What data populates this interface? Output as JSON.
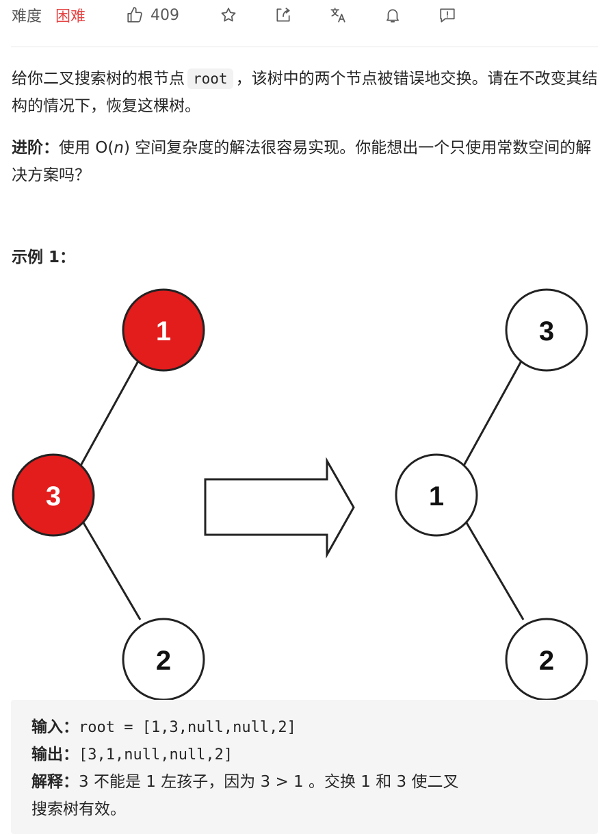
{
  "toolbar": {
    "difficulty_label": "难度",
    "difficulty_value": "困难",
    "likes": "409",
    "icons": [
      "thumbs-up-icon",
      "star-icon",
      "share-icon",
      "translate-icon",
      "bell-icon",
      "feedback-icon"
    ]
  },
  "description": {
    "p1_before": "给你二叉搜索树的根节点",
    "p1_code": "root",
    "p1_after": "，该树中的两个节点被错误地交换。请在不改变其结构的情况下，恢复这棵树。",
    "p2_label": "进阶：",
    "p2_text_a": "使用 O(",
    "p2_text_n": "n",
    "p2_text_b": ") 空间复杂度的解法很容易实现。你能想出一个只使用常数空间的解决方案吗？"
  },
  "example": {
    "title": "示例 1：",
    "input_label": "输入：",
    "input_value": "root = [1,3,null,null,2]",
    "output_label": "输出：",
    "output_value": "[3,1,null,null,2]",
    "explain_label": "解释：",
    "explain_line1": "3 不能是 1 左孩子，因为 3 > 1 。交换 1 和 3 使二叉",
    "explain_line2": "搜索树有效。"
  },
  "diagram": {
    "left_tree": {
      "root": "1",
      "left": "3",
      "left_right": "2"
    },
    "right_tree": {
      "root": "3",
      "left": "1",
      "left_right": "2"
    },
    "highlight_color": "#e31c1c",
    "node_color": "#ffffff"
  },
  "colors": {
    "difficulty_hard": "#e64545",
    "code_bg": "#f2f2f2",
    "example_bg": "#f5f5f5"
  }
}
